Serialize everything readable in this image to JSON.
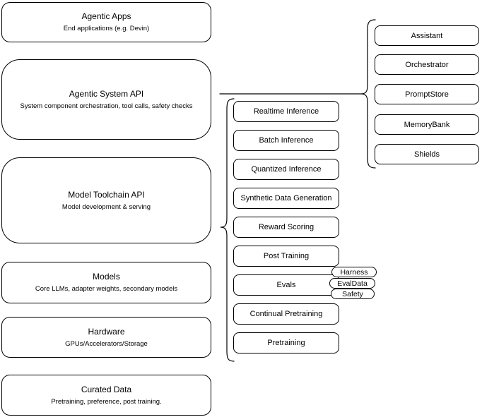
{
  "diagram": {
    "colors": {
      "stroke": "#000000",
      "fill": "#ffffff",
      "background": "#ffffff"
    },
    "stack": {
      "agentic_apps": {
        "title": "Agentic Apps",
        "subtitle": "End applications (e.g. Devin)"
      },
      "agentic_system_api": {
        "title": "Agentic System API",
        "subtitle": "System component orchestration, tool calls, safety checks"
      },
      "model_toolchain_api": {
        "title": "Model Toolchain API",
        "subtitle": "Model development & serving"
      },
      "models": {
        "title": "Models",
        "subtitle": "Core LLMs, adapter weights, secondary models"
      },
      "hardware": {
        "title": "Hardware",
        "subtitle": "GPUs/Accelerators/Storage"
      },
      "curated_data": {
        "title": "Curated Data",
        "subtitle": "Pretraining, preference, post training."
      }
    },
    "toolchain_services": {
      "items": [
        "Realtime Inference",
        "Batch Inference",
        "Quantized Inference",
        "Synthetic Data Generation",
        "Reward Scoring",
        "Post Training",
        "Evals",
        "Continual Pretraining",
        "Pretraining"
      ]
    },
    "evals_tags": {
      "items": [
        "Harness",
        "EvalData",
        "Safety"
      ]
    },
    "system_components": {
      "items": [
        "Assistant",
        "Orchestrator",
        "PromptStore",
        "MemoryBank",
        "Shields"
      ]
    }
  }
}
